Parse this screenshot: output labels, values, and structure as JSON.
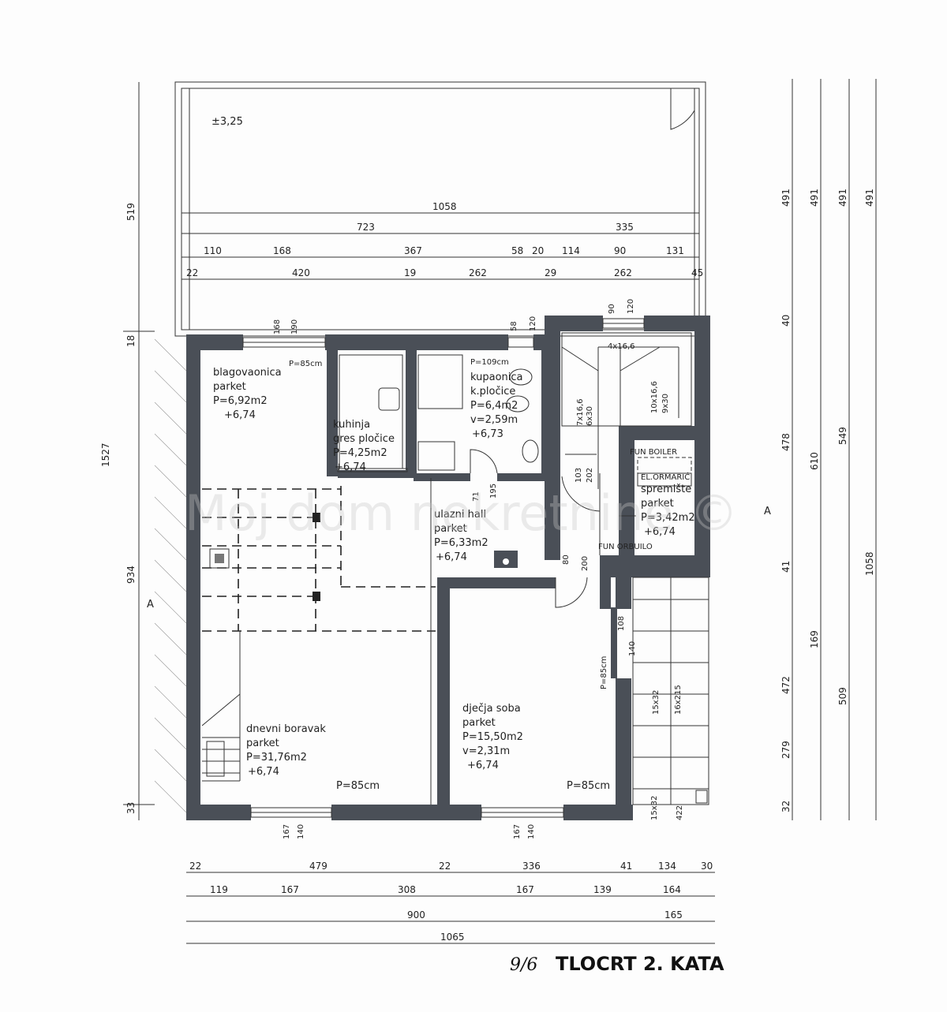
{
  "drawing": {
    "title": "TLOCRT 2. KATA",
    "handwritten_mark": "9/6",
    "watermark": "Moj dom nekretnine ©",
    "section_marker": "A",
    "terrace_level": "±3,25"
  },
  "rooms": {
    "blagovaonica": {
      "name": "blagovaonica",
      "floor": "parket",
      "area": "P=6,92m2",
      "level": "+6,74"
    },
    "kuhinja": {
      "name": "kuhinja",
      "floor": "gres pločice",
      "area": "P=4,25m2",
      "level": "+6,74"
    },
    "kupaonica": {
      "name": "kupaonica",
      "floor": "k.pločice",
      "area": "P=6,4m2",
      "height": "v=2,59m",
      "level": "+6,73"
    },
    "ulazni_hall": {
      "name": "ulazni hall",
      "floor": "parket",
      "area": "P=6,33m2",
      "level": "+6,74"
    },
    "spremiste": {
      "name": "spremište",
      "floor": "parket",
      "area": "P=3,42m2",
      "level": "+6,74",
      "cabinet": "EL.ORMARIĆ",
      "boiler": "FUN BOILER",
      "subtitle": "FUN ORBUILO"
    },
    "dnevni_boravak": {
      "name": "dnevni boravak",
      "floor": "parket",
      "area": "P=31,76m2",
      "level": "+6,74"
    },
    "djecja_soba": {
      "name": "dječja soba",
      "floor": "parket",
      "area": "P=15,50m2",
      "height": "v=2,31m",
      "level": "+6,74"
    }
  },
  "annotations": {
    "parapet_top_left": "P=85cm",
    "parapet_bath": "P=109cm",
    "parapet_bottom_left": "P=85cm",
    "parapet_bottom_right": "P=85cm",
    "parapet_side": "P=85cm",
    "stairs_upper": "4x16,6",
    "stairs_side": "10x16,6",
    "stairs_side_b": "9x30",
    "stairs_mid": "7x16,6",
    "stairs_mid_b": "6x30",
    "window_w1": "168",
    "window_w1b": "190",
    "window_w2": "58",
    "window_w2b": "120",
    "window_w3": "90",
    "window_w3b": "120",
    "door_a": "195",
    "door_a2": "71",
    "door_b": "103",
    "door_b2": "202",
    "door_c": "80",
    "door_c2": "200",
    "win_side_a": "108",
    "win_side_b": "140",
    "win_bot_a": "167",
    "win_bot_b": "140",
    "win_bot_c": "167",
    "win_bot_d": "140",
    "ext_a": "15x32",
    "ext_b": "16x215",
    "ext_c": "15x32",
    "ext_d": "422"
  },
  "dimensions": {
    "top": {
      "row1": [
        "1058"
      ],
      "row2": [
        "723",
        "335"
      ],
      "row3": [
        "110",
        "168",
        "367",
        "58",
        "20",
        "114",
        "90",
        "131"
      ],
      "row4": [
        "22",
        "420",
        "19",
        "262",
        "29",
        "262",
        "45"
      ]
    },
    "left": [
      "519",
      "18",
      "1527",
      "934",
      "33"
    ],
    "right": {
      "col1": [
        "491",
        "40",
        "478",
        "41",
        "472",
        "279",
        "32"
      ],
      "col2": [
        "491",
        "610",
        "169"
      ],
      "col3": [
        "491",
        "549",
        "509"
      ],
      "col4": [
        "491",
        "1058"
      ]
    },
    "bottom": {
      "row1": [
        "22",
        "479",
        "22",
        "336",
        "41",
        "134",
        "30"
      ],
      "row2": [
        "119",
        "167",
        "308",
        "167",
        "139",
        "164"
      ],
      "row3": [
        "900",
        "165"
      ],
      "row4": [
        "1065"
      ]
    }
  }
}
